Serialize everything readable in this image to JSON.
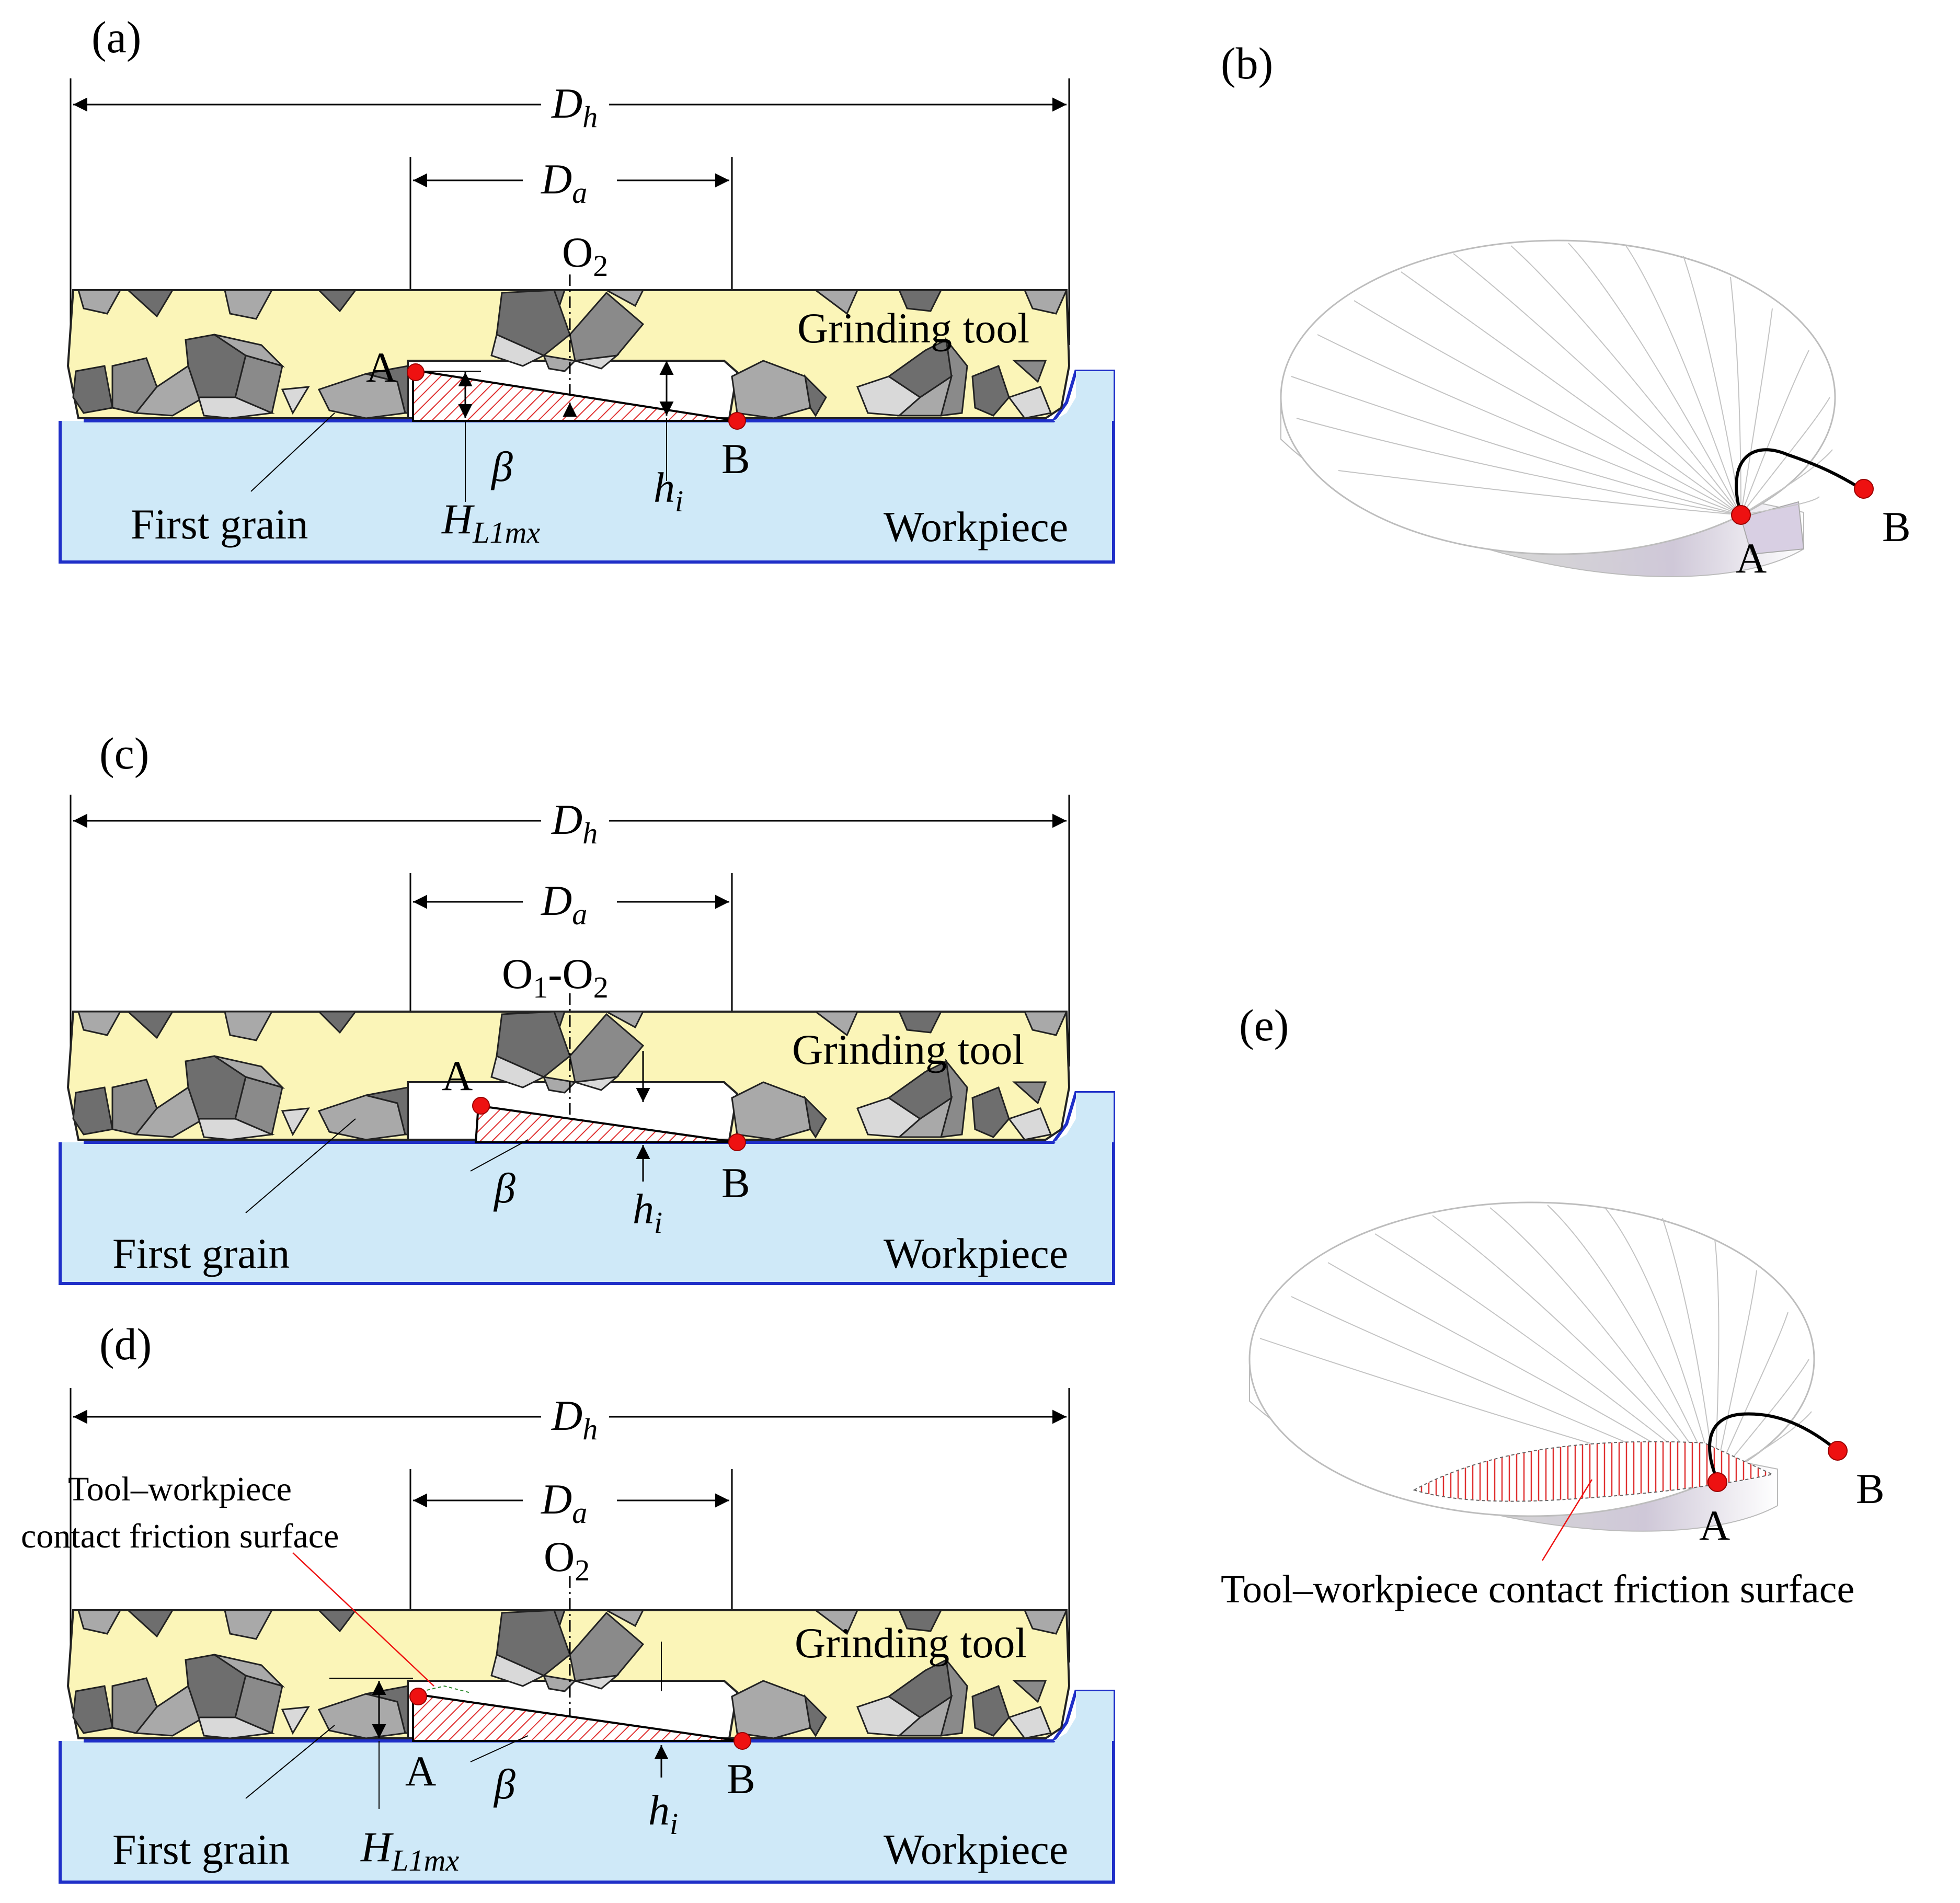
{
  "figure": {
    "panels": [
      {
        "id": "a",
        "panel_label": "(a)",
        "dim_Dh": "D",
        "dim_Dh_sub": "h",
        "dim_Da": "D",
        "dim_Da_sub": "a",
        "center": "O",
        "center_sub": "2",
        "tool": "Grinding tool",
        "workpiece": "Workpiece",
        "grain": "First grain",
        "point_a": "A",
        "point_b": "B",
        "angle": "β",
        "depth": "h",
        "depth_sub": "i",
        "height": "H",
        "height_sub": "L1mx"
      },
      {
        "id": "b",
        "panel_label": "(b)",
        "point_a": "A",
        "point_b": "B"
      },
      {
        "id": "c",
        "panel_label": "(c)",
        "dim_Dh": "D",
        "dim_Dh_sub": "h",
        "dim_Da": "D",
        "dim_Da_sub": "a",
        "center_left": "O",
        "center_left_sub": "1",
        "center_dash": "-O",
        "center_right_sub": "2",
        "tool": "Grinding tool",
        "workpiece": "Workpiece",
        "grain": "First grain",
        "point_a": "A",
        "point_b": "B",
        "angle": "β",
        "depth": "h",
        "depth_sub": "i"
      },
      {
        "id": "d",
        "panel_label": "(d)",
        "dim_Dh": "D",
        "dim_Dh_sub": "h",
        "dim_Da": "D",
        "dim_Da_sub": "a",
        "center": "O",
        "center_sub": "2",
        "tool": "Grinding tool",
        "workpiece": "Workpiece",
        "grain": "First grain",
        "friction_line1": "Tool–workpiece",
        "friction_line2": "contact friction surface",
        "point_a": "A",
        "point_b": "B",
        "angle": "β",
        "depth": "h",
        "depth_sub": "i",
        "height": "H",
        "height_sub": "L1mx"
      },
      {
        "id": "e",
        "panel_label": "(e)",
        "point_a": "A",
        "point_b": "B",
        "friction": "Tool–workpiece contact friction surface"
      }
    ],
    "colors": {
      "tool_fill": "#fbf5b8",
      "workpiece_fill": "#cfe9f8",
      "workpiece_edge": "#1f2fc8",
      "grain_dark": "#6e6e6e",
      "grain_mid": "#a9a9a9",
      "grain_light": "#d9d9d9",
      "point": "#ee1111",
      "hatch": "#e03030"
    }
  }
}
